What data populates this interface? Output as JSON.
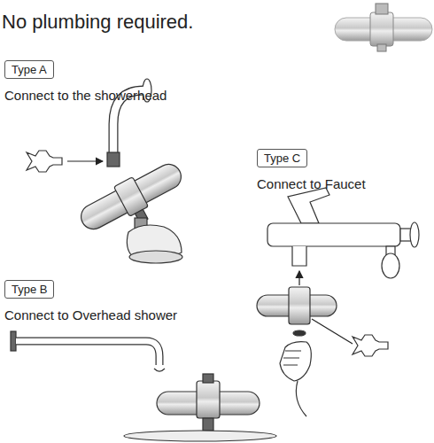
{
  "diagram": {
    "title": "No plumbing required.",
    "nodes": [
      {
        "text": [
          "Type A",
          "Connect to the showerhead"
        ]
      },
      {
        "text": [
          "Type C",
          "Connect to Faucet"
        ]
      },
      {
        "text": [
          "Type B",
          "Connect to Overhead shower"
        ]
      }
    ]
  }
}
